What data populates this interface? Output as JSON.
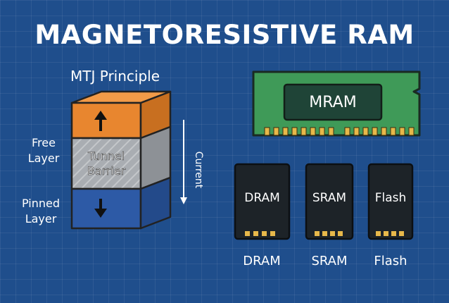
{
  "title": "MAGNETORESISTIVE RAM",
  "mtj": {
    "heading": "MTJ Principle",
    "free_layer_label": "Free Layer",
    "pinned_layer_label": "Pinned Layer",
    "barrier_label": "Tunnel Barrier",
    "current_label": "Current"
  },
  "module": {
    "label": "MRAM"
  },
  "chips": [
    {
      "name": "DRAM",
      "caption": "DRAM"
    },
    {
      "name": "SRAM",
      "caption": "SRAM"
    },
    {
      "name": "Flash",
      "caption": "Flash"
    }
  ],
  "colors": {
    "background": "#1f4e8c",
    "free_layer": "#e8862f",
    "barrier": "#a9adb2",
    "pinned_layer": "#2d5aa6",
    "module_pcb": "#3f9a58",
    "module_chip": "#1f4437",
    "gold_contacts": "#e7b84a",
    "chip_body": "#1d2328"
  }
}
